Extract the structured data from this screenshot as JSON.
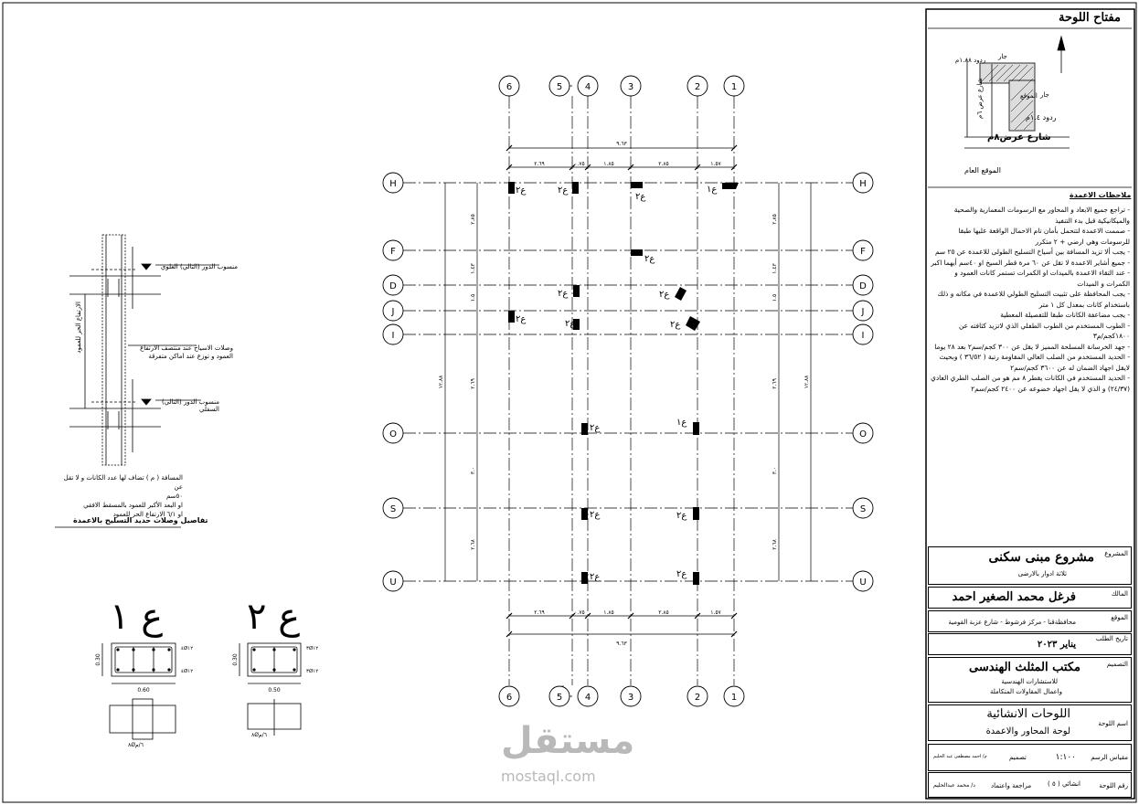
{
  "grid": {
    "vertical_axes": [
      "6",
      "5",
      "4",
      "3",
      "2",
      "1"
    ],
    "horizontal_axes": [
      "H",
      "F",
      "D",
      "J",
      "I",
      "O",
      "S",
      "U"
    ],
    "overall_dim": "٩.٦٣",
    "segment_dims": [
      "٢.٦٩",
      "٠.٧٥",
      "١.٨٥",
      "٢.٨٥",
      "١.٥٧"
    ],
    "side_dims": [
      "٢.٨٥",
      "١.٤٣",
      "١.٥",
      "٢.٦٩",
      "٣.٠",
      "٢.٦٨",
      "١٢.٨٨"
    ]
  },
  "column_marks": {
    "c1": "ع١",
    "c2": "ع٢"
  },
  "sections": {
    "c1": {
      "label": "ع ١",
      "width": "0.60",
      "depth": "0.30",
      "bars_top": "٤Ø١٢",
      "bars_bottom": "٤Ø١٢",
      "stirrups": "٨Ø٦/م"
    },
    "c2": {
      "label": "ع ٢",
      "width": "0.50",
      "depth": "0.30",
      "bars_top": "٣Ø١٢",
      "bars_bottom": "٣Ø١٢",
      "stirrups": "٨Ø٦/م"
    }
  },
  "detail": {
    "title": "تفاصيل وصلات حديد التسليح بالاعمدة",
    "label_top_slab": "منسوب الدور (التالي) العلوي",
    "label_bottom_slab": "منسوب الدور (التالي) السفلي",
    "label_splice": "وصلات الاسياخ عند منتصف الارتفاع العمود و توزع عند اماكن متفرقة",
    "label_height": "الارتفاع الحر للعمود",
    "notes": [
      "المسافة ( م ) تضاف لها عدد الكانات و لا تقل عن",
      "٥٠سم",
      "او البعد الأكبر للعمود بالمسقط الافقي",
      "او ٦/١ الارتفاع الحر للعمود"
    ]
  },
  "key_plan": {
    "title": "مفتاح اللوحة",
    "neighbor": "جار",
    "site": "الموقع",
    "street": "شارع عرض٨م",
    "street_side": "شارع عرض ٦م",
    "setback": "ردود ١.٤م",
    "setback2": "ردود ١.٨٨م",
    "general_site": "الموقع العام"
  },
  "notes": {
    "title": "ملاحظات الاعمدة",
    "items": [
      "- تراجع جميع الابعاد و المحاور مع الرسومات المعمارية والصحية والميكانيكية قبل بدء التنفيذ",
      "- صممت الاعمدة لتتحمل بأمان تام الاحمال الواقعة عليها طبقا للرسومات وهي ارضي + ٢ متكرر",
      "- يجب ألا تزيد المسافة بين أسياخ التسليح الطولى للاعمدة عن ٢٥ سم",
      "- جميع أشاير الاعمدة لا تقل عن ٦٠ مرة قطر السيخ او ٤٠سم أيهما اكبر",
      "- عند التقاء الاعمدة بالميدات او الكمرات تستمر كانات العمود و الكمرات و الميدات",
      "- يجب المحافظة على تثبيت التسليح الطولي للاعمدة في مكانه و ذلك باستخدام كانات بمعدل كل ١ متر",
      "- يجب مضاعفة الكانات طبقا للتفصيلة المعطية",
      "- الطوب المستخدم من الطوب الطفلي الذي لاتزيد كثافته عن ١٨٠٠كجم/م٣",
      "- جهد الخرسانة المسلحة المميز لا يقل عن ٣٠٠ كجم/سم٢ بعد ٢٨ يوما",
      "- الحديد المستخدم من الصلب العالي المقاومة رتبة ( ٣٦/٥٢ ) وبحيث لايقل اجهاد الضمان له عن ٣٦٠٠ كجم/سم٢",
      "- الحديد المستخدم في الكانات يقطر ٨ مم هو من الصلب الطري العادي (٢٤/٣٧) و الذي لا يقل اجهاد خضوعه عن ٢٤٠٠ كجم/سم٢"
    ]
  },
  "title_block": {
    "project_label": "المشروع",
    "project": "مشروع مبنى سكنى",
    "project_sub": "ثلاثة ادوار بالارضى",
    "owner_label": "المالك",
    "owner": "فرغل محمد الصغير احمد",
    "location_label": "الموقع",
    "location": "محافظةقنا - مركز فرشوط - شارع عزبة القومية",
    "date_label": "تاريخ الطلب",
    "date": "يناير ٢٠٢٣",
    "designer_label": "التصميم",
    "office": "مكتب المثلث الهندسى",
    "office_sub1": "للاستشارات الهندسية",
    "office_sub2": "واعمال المقاولات المتكاملة",
    "sheet_name_label": "اسم اللوحة",
    "sheet_group": "اللوحات الانشائية",
    "sheet_name": "لوحة المحاور والاعمدة",
    "scale_label": "مقياس الرسم",
    "scale": "١:١٠٠",
    "design_label": "تصميم",
    "designer": "م/ احمد مصطفى عبد الحليم",
    "sheet_no_label": "رقم اللوحة",
    "sheet_no": "انشائي ( ٥ )",
    "review_label": "مراجعة واعتماد",
    "reviewer": "د/ محمد عبدالحليم"
  },
  "watermark": {
    "brand": "مستقل",
    "site": "mostaql.com"
  }
}
